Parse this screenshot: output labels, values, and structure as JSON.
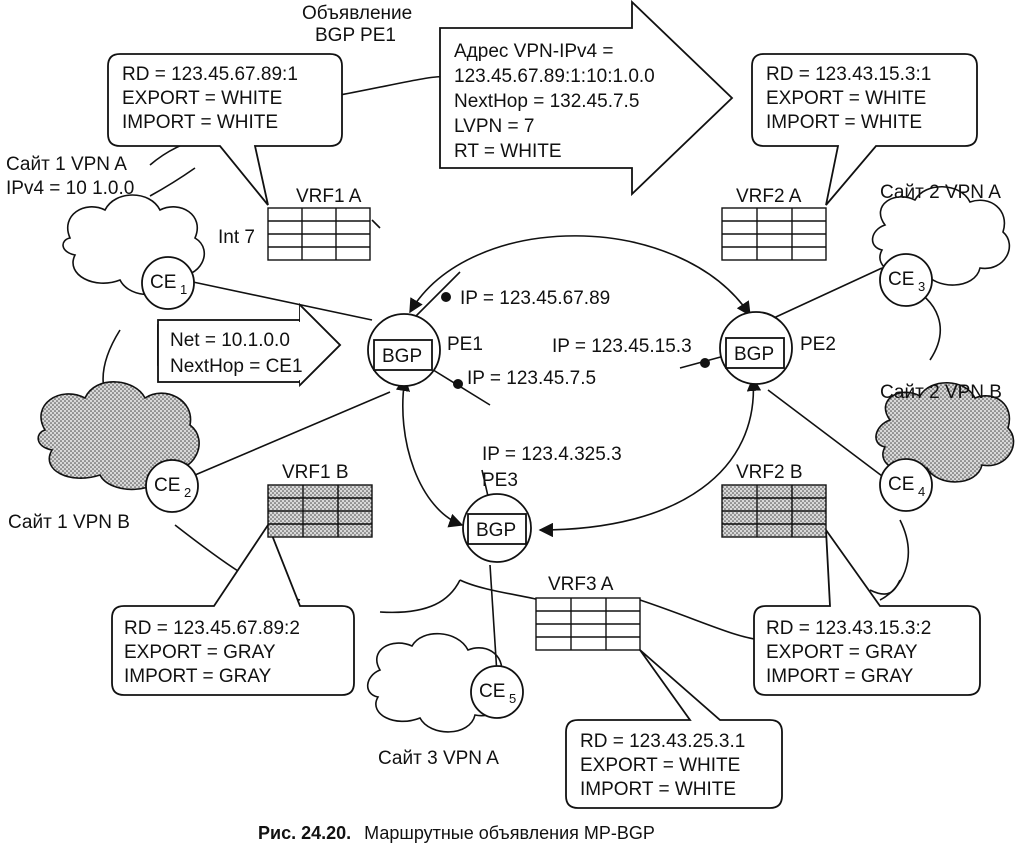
{
  "announcement": {
    "title_line1": "Объявление",
    "title_line2": "BGP PE1",
    "lines": [
      "Адрес VPN-IPv4 =",
      "123.45.67.89:1:10:1.0.0",
      "NextHop = 132.45.7.5",
      "LVPN = 7",
      "RT = WHITE"
    ]
  },
  "vrf_boxes": {
    "vrf1a": [
      "RD = 123.45.67.89:1",
      "EXPORT = WHITE",
      "IMPORT = WHITE"
    ],
    "vrf2a": [
      "RD = 123.43.15.3:1",
      "EXPORT = WHITE",
      "IMPORT = WHITE"
    ],
    "vrf1b": [
      "RD = 123.45.67.89:2",
      "EXPORT = GRAY",
      "IMPORT = GRAY"
    ],
    "vrf2b": [
      "RD = 123.43.15.3:2",
      "EXPORT = GRAY",
      "IMPORT = GRAY"
    ],
    "vrf3a": [
      "RD = 123.43.25.3.1",
      "EXPORT = WHITE",
      "IMPORT = WHITE"
    ]
  },
  "tables": {
    "vrf1a": "VRF1 A",
    "vrf2a": "VRF2 A",
    "vrf1b": "VRF1 B",
    "vrf2b": "VRF2 B",
    "vrf3a": "VRF3 A"
  },
  "sites": {
    "site1a_line1": "Сайт 1 VPN A",
    "site1a_line2": "IPv4 = 10 1.0.0",
    "site2a": "Сайт 2 VPN A",
    "site2b": "Сайт 2 VPN B",
    "site1b": "Сайт 1 VPN B",
    "site3a": "Сайт 3 VPN A"
  },
  "int_label": "Int 7",
  "routers": {
    "bgp_label": "BGP",
    "pe1": "PE1",
    "pe2": "PE2",
    "pe3": "PE3"
  },
  "ips": {
    "pe1_top": "IP = 123.45.67.89",
    "pe1_bottom": "IP = 123.45.7.5",
    "pe2": "IP = 123.45.15.3",
    "pe3": "IP = 123.4.325.3"
  },
  "ce": {
    "prefix": "CE",
    "ce1": "1",
    "ce2": "2",
    "ce3": "3",
    "ce4": "4",
    "ce5": "5"
  },
  "net_arrow": [
    "Net = 10.1.0.0",
    "NextHop = CE1"
  ],
  "caption": {
    "label": "Рис. 24.20.",
    "text": "Маршрутные объявления MP-BGP"
  }
}
